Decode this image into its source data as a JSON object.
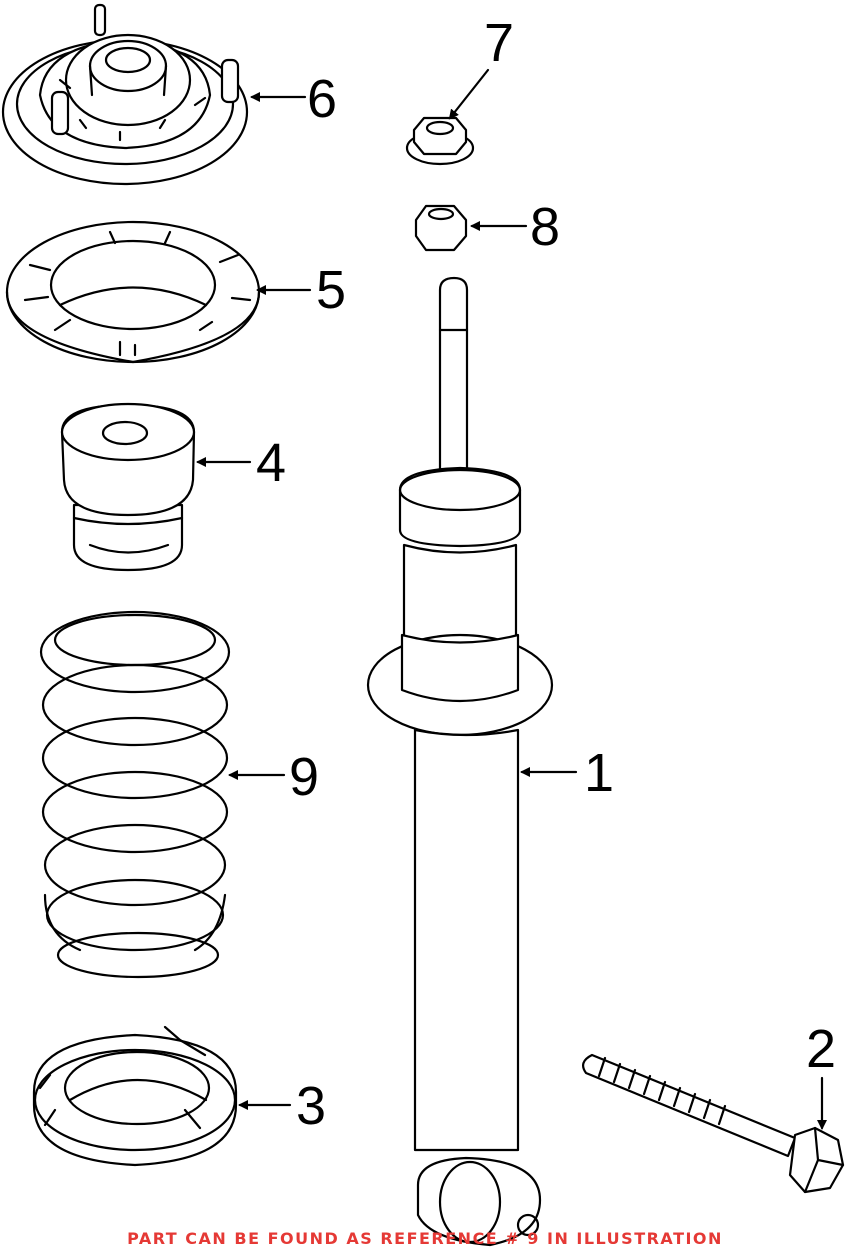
{
  "diagram": {
    "labels": {
      "part_1": "1",
      "part_2": "2",
      "part_3": "3",
      "part_4": "4",
      "part_5": "5",
      "part_6": "6",
      "part_7": "7",
      "part_8": "8",
      "part_9": "9"
    },
    "footer_note": "PART CAN BE FOUND AS REFERENCE # 9 IN ILLUSTRATION",
    "colors": {
      "line": "#000000",
      "background": "#ffffff",
      "note": "#e53935"
    }
  }
}
